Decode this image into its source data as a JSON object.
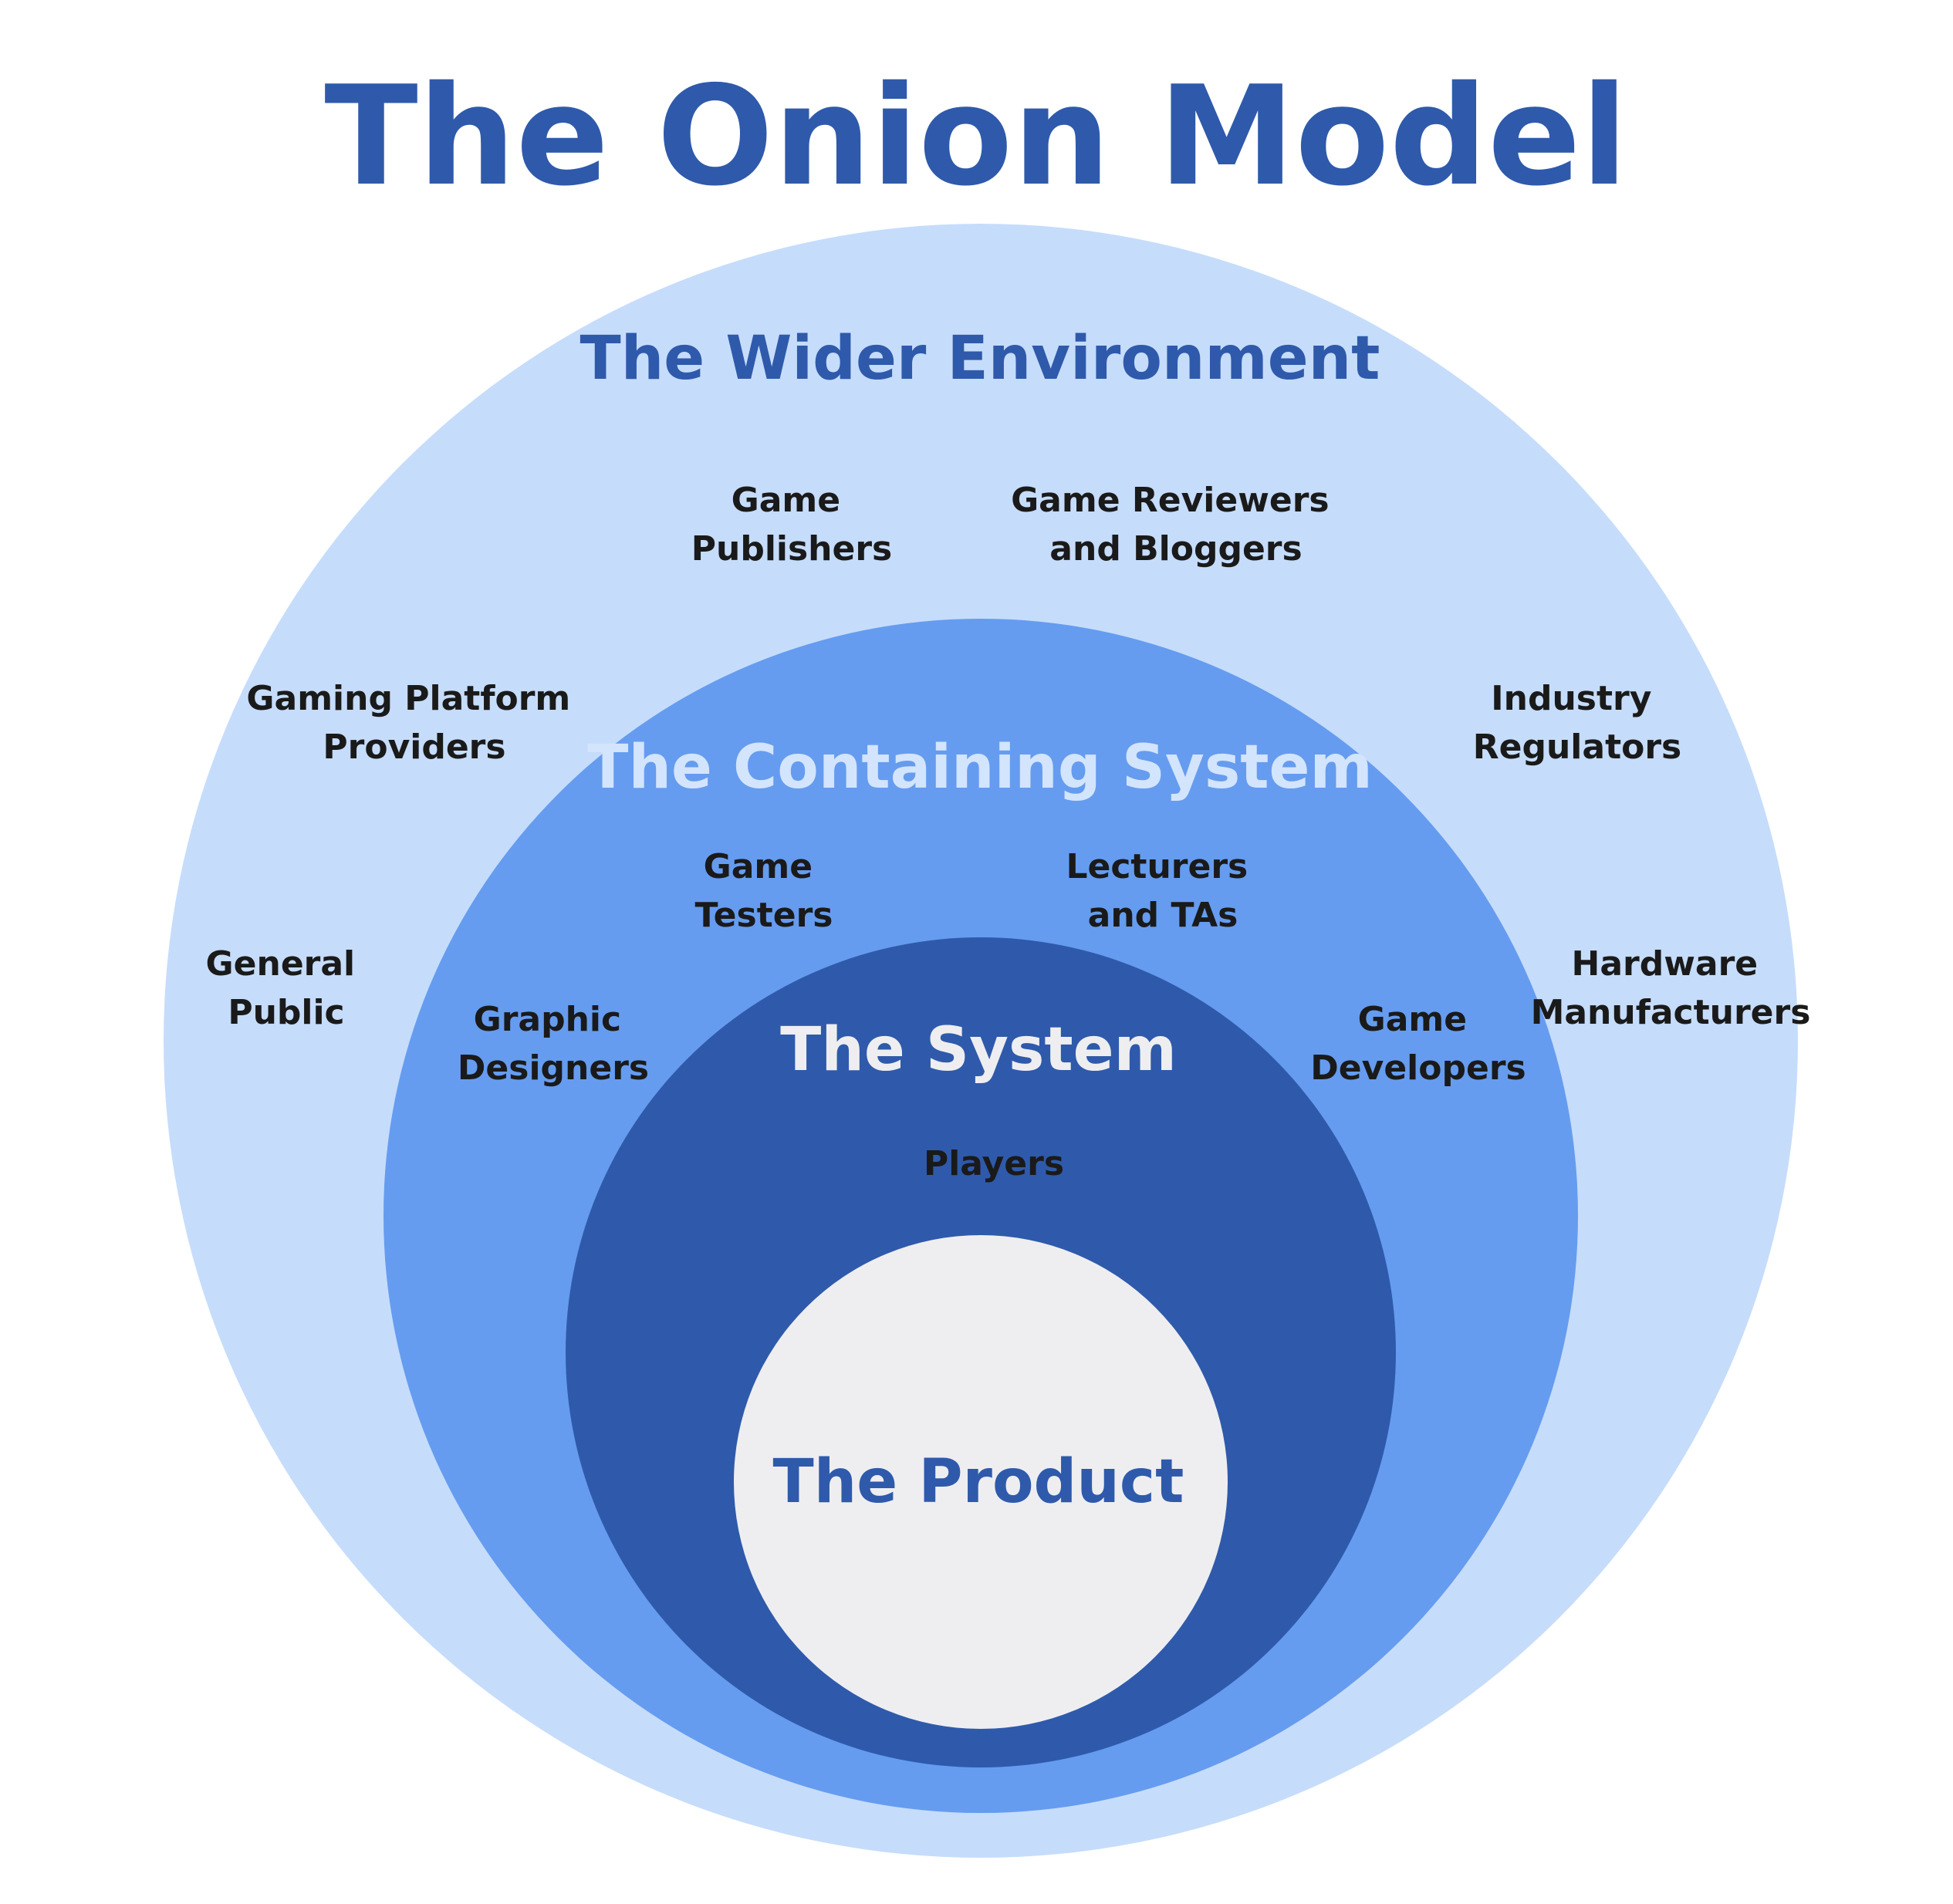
{
  "title": "The Onion Model",
  "colors": {
    "title": "#2f5aab",
    "wider": "#c6dcfb",
    "containing": "#659cef",
    "system": "#2f5aab",
    "product": "#eeeef1",
    "stakeholder_text": "#1a1a1a",
    "containing_title": "#d3e4fd",
    "system_title": "#eeeef1",
    "product_title": "#2f5aab",
    "wider_title": "#2f5aab"
  },
  "layers": {
    "wider": {
      "label": "The Wider Environment",
      "stakeholders": {
        "publishers": [
          "Game",
          "Publishers"
        ],
        "reviewers": [
          "Game Reviewers",
          "and Bloggers"
        ],
        "platform": [
          "Gaming Platform",
          "Providers"
        ],
        "regulators": [
          "Industry",
          "Regulators"
        ],
        "public": [
          "General",
          "Public"
        ],
        "hardware": [
          "Hardware",
          "Manufacturers"
        ]
      }
    },
    "containing": {
      "label": "The Containing System",
      "stakeholders": {
        "testers": [
          "Game",
          "Testers"
        ],
        "lecturers": [
          "Lecturers",
          "and TAs"
        ],
        "designers": [
          "Graphic",
          "Designers"
        ],
        "developers": [
          "Game",
          "Developers"
        ]
      }
    },
    "system": {
      "label": "The System",
      "stakeholders": {
        "players": [
          "Players"
        ]
      }
    },
    "product": {
      "label": "The Product"
    }
  }
}
